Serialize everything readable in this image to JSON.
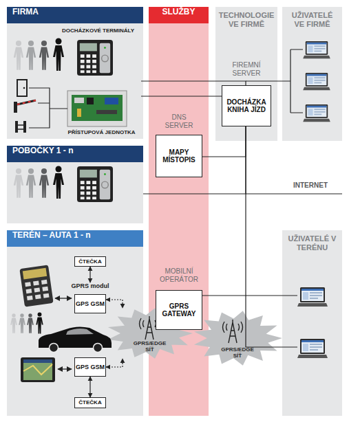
{
  "diagram": {
    "nodes": [
      {
        "text": [
          "FIRMA"
        ]
      },
      {
        "text": [
          "DOCHÁZKOVÉ TERMINÁLY"
        ],
        "in": 0
      },
      {
        "text": [
          "PŘÍSTUPOVÁ JEDNOTKA"
        ],
        "in": 0
      },
      {
        "text": [
          "SLUŽBY"
        ]
      },
      {
        "text": [
          "DNS SERVER",
          "MAPY MÍSTOPIS"
        ],
        "in": 3
      },
      {
        "text": [
          "MOBILNÍ OPERÁTOR",
          "GPRS GATEWAY"
        ],
        "in": 3
      },
      {
        "text": [
          "TECHNOLOGIE VE FIRMĚ"
        ]
      },
      {
        "text": [
          "FIREMNÍ SERVER",
          "DOCHÁZKA KNIHA JÍZD"
        ],
        "in": 6
      },
      {
        "text": [
          "UŽIVATELÉ VE FIRMĚ"
        ]
      },
      {
        "text": [
          "POBOČKY 1 - n"
        ]
      },
      {
        "text": [
          "TERÉN – AUTA 1 - n"
        ]
      },
      {
        "text": [
          "ČTEČKA"
        ],
        "in": 10
      },
      {
        "text": [
          "GPRS modul",
          "GPS GSM"
        ],
        "in": 10
      },
      {
        "text": [
          "GPS GSM"
        ],
        "in": 10
      },
      {
        "text": [
          "ČTEČKA"
        ],
        "in": 10
      },
      {
        "text": [
          "GPRS/EDGE SÍŤ"
        ]
      },
      {
        "text": [
          "GPRS/EDGE SÍŤ"
        ]
      },
      {
        "text": [
          "UŽIVATELÉ V TERÉNU"
        ]
      }
    ],
    "edges": [
      {
        "from": 1,
        "to": 7,
        "arrow": "none"
      },
      {
        "from": 2,
        "to": 7,
        "arrow": "none"
      },
      {
        "from": 4,
        "to": 7,
        "arrow": "none"
      },
      {
        "from": 9,
        "to": 7,
        "arrow": "none"
      },
      {
        "from": 5,
        "to": 7,
        "arrow": "none"
      },
      {
        "from": 11,
        "to": 12,
        "arrow": "both"
      },
      {
        "from": 13,
        "to": 14,
        "arrow": "both"
      },
      {
        "from": 12,
        "to": 15,
        "arrow": "both"
      },
      {
        "from": 13,
        "to": 15,
        "arrow": "both"
      }
    ],
    "labels": [
      "INTERNET"
    ]
  }
}
